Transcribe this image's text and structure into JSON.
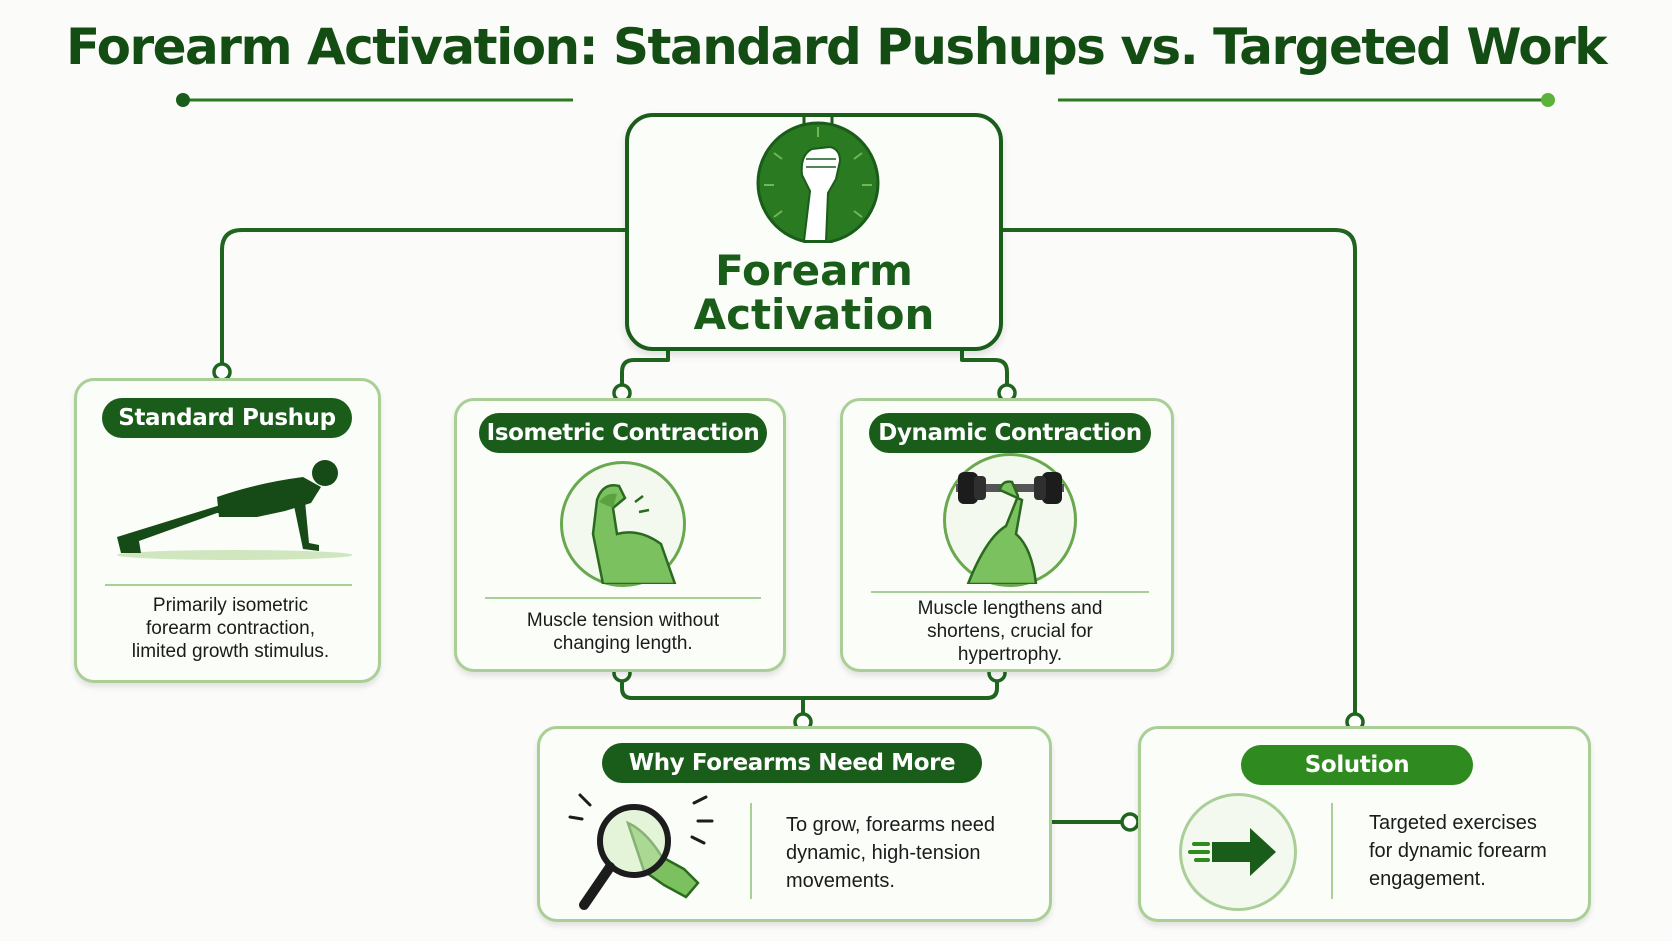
{
  "title": "Forearm Activation: Standard Pushups vs. Targeted Work",
  "center": {
    "line1": "Forearm",
    "line2": "Activation",
    "icon": "fist-arm-icon"
  },
  "nodes": {
    "standard": {
      "label": "Standard Pushup",
      "desc": [
        "Primarily isometric",
        "forearm contraction,",
        "limited growth stimulus."
      ],
      "icon": "pushup-figure-icon"
    },
    "isometric": {
      "label": "Isometric Contraction",
      "desc": [
        "Muscle tension without",
        "changing length."
      ],
      "icon": "flexed-arm-icon"
    },
    "dynamic": {
      "label": "Dynamic Contraction",
      "desc": [
        "Muscle lengthens and",
        "shortens, crucial for",
        "hypertrophy."
      ],
      "icon": "dumbbell-arm-icon"
    },
    "why": {
      "label": "Why Forearms Need More",
      "desc": [
        "To grow, forearms need",
        "dynamic, high-tension",
        "movements."
      ],
      "icon": "magnifier-forearm-icon"
    },
    "solution": {
      "label": "Solution",
      "desc": [
        "Targeted exercises",
        "for dynamic forearm",
        "engagement."
      ],
      "icon": "arrow-right-icon"
    }
  },
  "colors": {
    "dark_green": "#1a5c1a",
    "mid_green": "#2f8a1f",
    "light_green": "#a9cf97",
    "title_green": "#134d13"
  }
}
